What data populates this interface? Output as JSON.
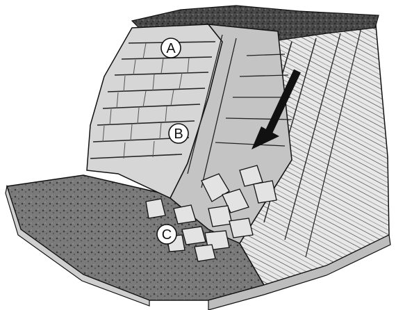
{
  "diagram": {
    "callouts": [
      {
        "id": "A",
        "label": "A"
      },
      {
        "id": "B",
        "label": "B"
      },
      {
        "id": "C",
        "label": "C"
      }
    ],
    "arrow_icon": "down-left-arrow-icon",
    "colors": {
      "ink": "#111111",
      "rock_light": "#d9d9d9",
      "rock_mid": "#a9a9a9",
      "rock_dark": "#555555",
      "vegetation": "#3a3a3a"
    }
  }
}
